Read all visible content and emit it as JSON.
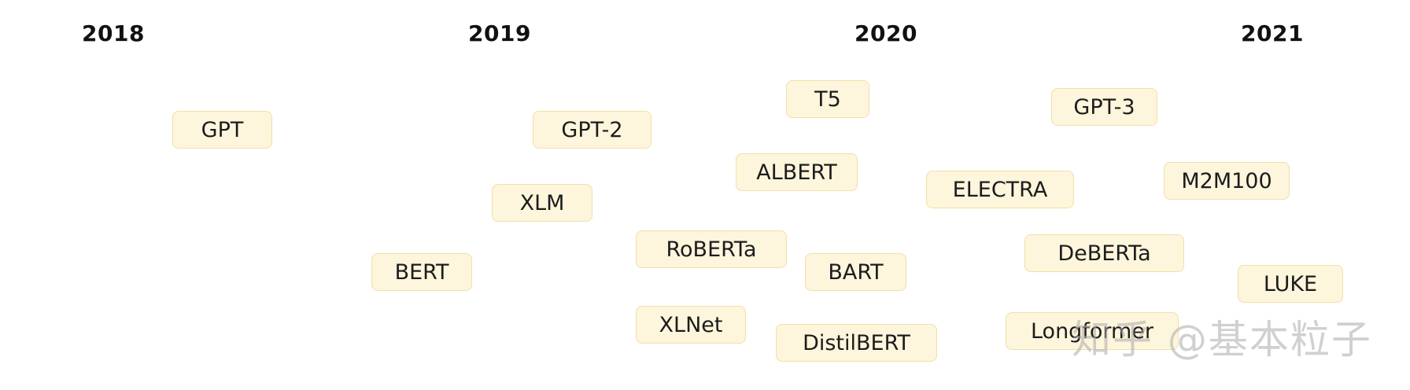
{
  "timeline": {
    "years": [
      "2018",
      "2019",
      "2020",
      "2021"
    ]
  },
  "models": [
    {
      "id": "gpt",
      "label": "GPT"
    },
    {
      "id": "bert",
      "label": "BERT"
    },
    {
      "id": "gpt-2",
      "label": "GPT-2"
    },
    {
      "id": "xlm",
      "label": "XLM"
    },
    {
      "id": "roberta",
      "label": "RoBERTa"
    },
    {
      "id": "xlnet",
      "label": "XLNet"
    },
    {
      "id": "t5",
      "label": "T5"
    },
    {
      "id": "albert",
      "label": "ALBERT"
    },
    {
      "id": "bart",
      "label": "BART"
    },
    {
      "id": "distilbert",
      "label": "DistilBERT"
    },
    {
      "id": "gpt-3",
      "label": "GPT-3"
    },
    {
      "id": "electra",
      "label": "ELECTRA"
    },
    {
      "id": "deberta",
      "label": "DeBERTa"
    },
    {
      "id": "longformer",
      "label": "Longformer"
    },
    {
      "id": "m2m100",
      "label": "M2M100"
    },
    {
      "id": "luke",
      "label": "LUKE"
    }
  ],
  "watermark": "知乎 @基本粒子",
  "colors": {
    "box_fill": "#fdf5dc",
    "box_border": "#f1e0a8"
  }
}
